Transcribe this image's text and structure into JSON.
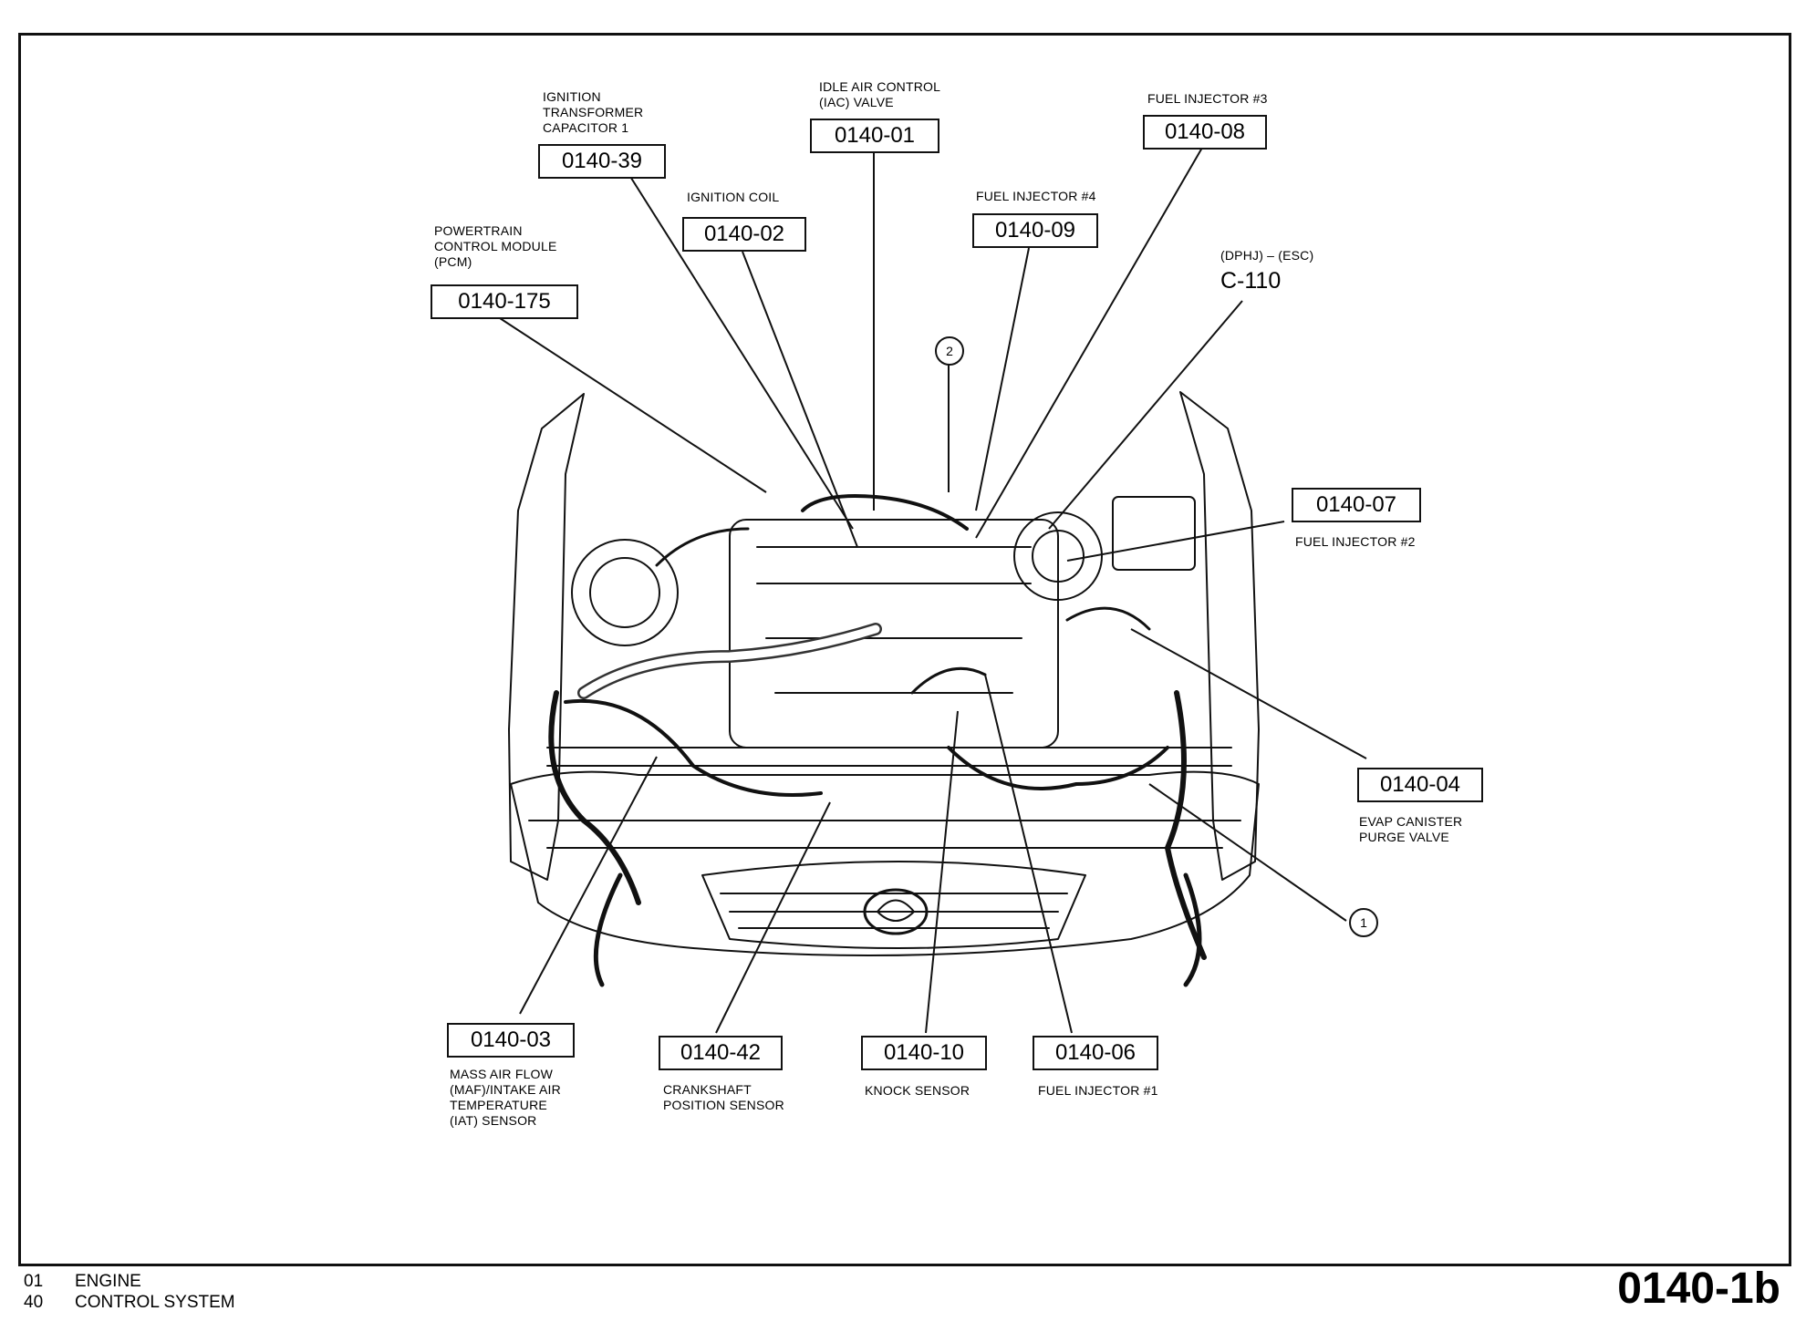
{
  "components": [
    {
      "id": "0140-39",
      "label": "IGNITION\nTRANSFORMER\nCAPACITOR 1"
    },
    {
      "id": "0140-01",
      "label": "IDLE AIR CONTROL\n(IAC) VALVE"
    },
    {
      "id": "0140-08",
      "label": "FUEL INJECTOR #3"
    },
    {
      "id": "0140-02",
      "label": "IGNITION COIL"
    },
    {
      "id": "0140-09",
      "label": "FUEL INJECTOR #4"
    },
    {
      "id": "0140-175",
      "label": "POWERTRAIN\nCONTROL MODULE\n(PCM)"
    },
    {
      "id": "0140-07",
      "label": "FUEL INJECTOR #2"
    },
    {
      "id": "0140-04",
      "label": "EVAP CANISTER\nPURGE VALVE"
    },
    {
      "id": "0140-03",
      "label": "MASS AIR FLOW\n(MAF)/INTAKE AIR\nTEMPERATURE\n(IAT) SENSOR"
    },
    {
      "id": "0140-42",
      "label": "CRANKSHAFT\nPOSITION SENSOR"
    },
    {
      "id": "0140-10",
      "label": "KNOCK SENSOR"
    },
    {
      "id": "0140-06",
      "label": "FUEL INJECTOR #1"
    }
  ],
  "connector": {
    "label": "(DPHJ) – (ESC)",
    "id": "C-110"
  },
  "callouts": [
    "2",
    "1"
  ],
  "footer": {
    "rows": [
      {
        "code": "01",
        "text": "ENGINE"
      },
      {
        "code": "40",
        "text": "CONTROL SYSTEM"
      }
    ],
    "page_number": "0140-1b"
  }
}
